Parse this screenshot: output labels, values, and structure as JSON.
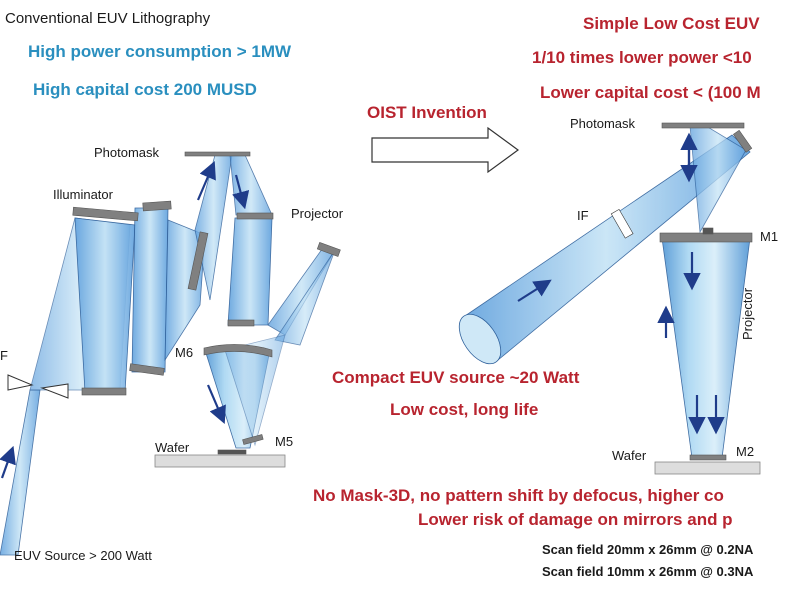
{
  "left": {
    "title": "Conventional EUV Lithography",
    "claim_power": "High power consumption  > 1MW",
    "claim_cost": "High capital cost  200 MUSD",
    "labels": {
      "photomask": "Photomask",
      "illuminator": "Illuminator",
      "projector": "Projector",
      "m6": "M6",
      "m5": "M5",
      "wafer": "Wafer",
      "if": "F",
      "source": "EUV Source > 200 Watt"
    }
  },
  "arrow": {
    "label": "OIST Invention"
  },
  "right": {
    "title": "Simple Low Cost EUV",
    "claim_power": "1/10 times lower power <10",
    "claim_cost": "Lower capital cost < (100 M",
    "source_claim": "Compact EUV source ~20 Watt",
    "source_life": "Low cost, long life",
    "labels": {
      "photomask": "Photomask",
      "if": "IF",
      "m1": "M1",
      "m2": "M2",
      "projector": "Projector",
      "wafer": "Wafer"
    },
    "benefit_1": "No Mask-3D, no pattern shift by defocus, higher co",
    "benefit_2": "Lower risk of damage on mirrors and p",
    "scan_1": "Scan field 20mm x 26mm @ 0.2NA",
    "scan_2": "Scan field 10mm x 26mm @ 0.3NA"
  },
  "colors": {
    "beam": "#8ec8ee",
    "beam_dark": "#4f95d4",
    "mirror": "#7d7d7d",
    "arrow": "#1f3c8a",
    "claim_blue": "#2a8fbf",
    "claim_red": "#b8242f"
  }
}
